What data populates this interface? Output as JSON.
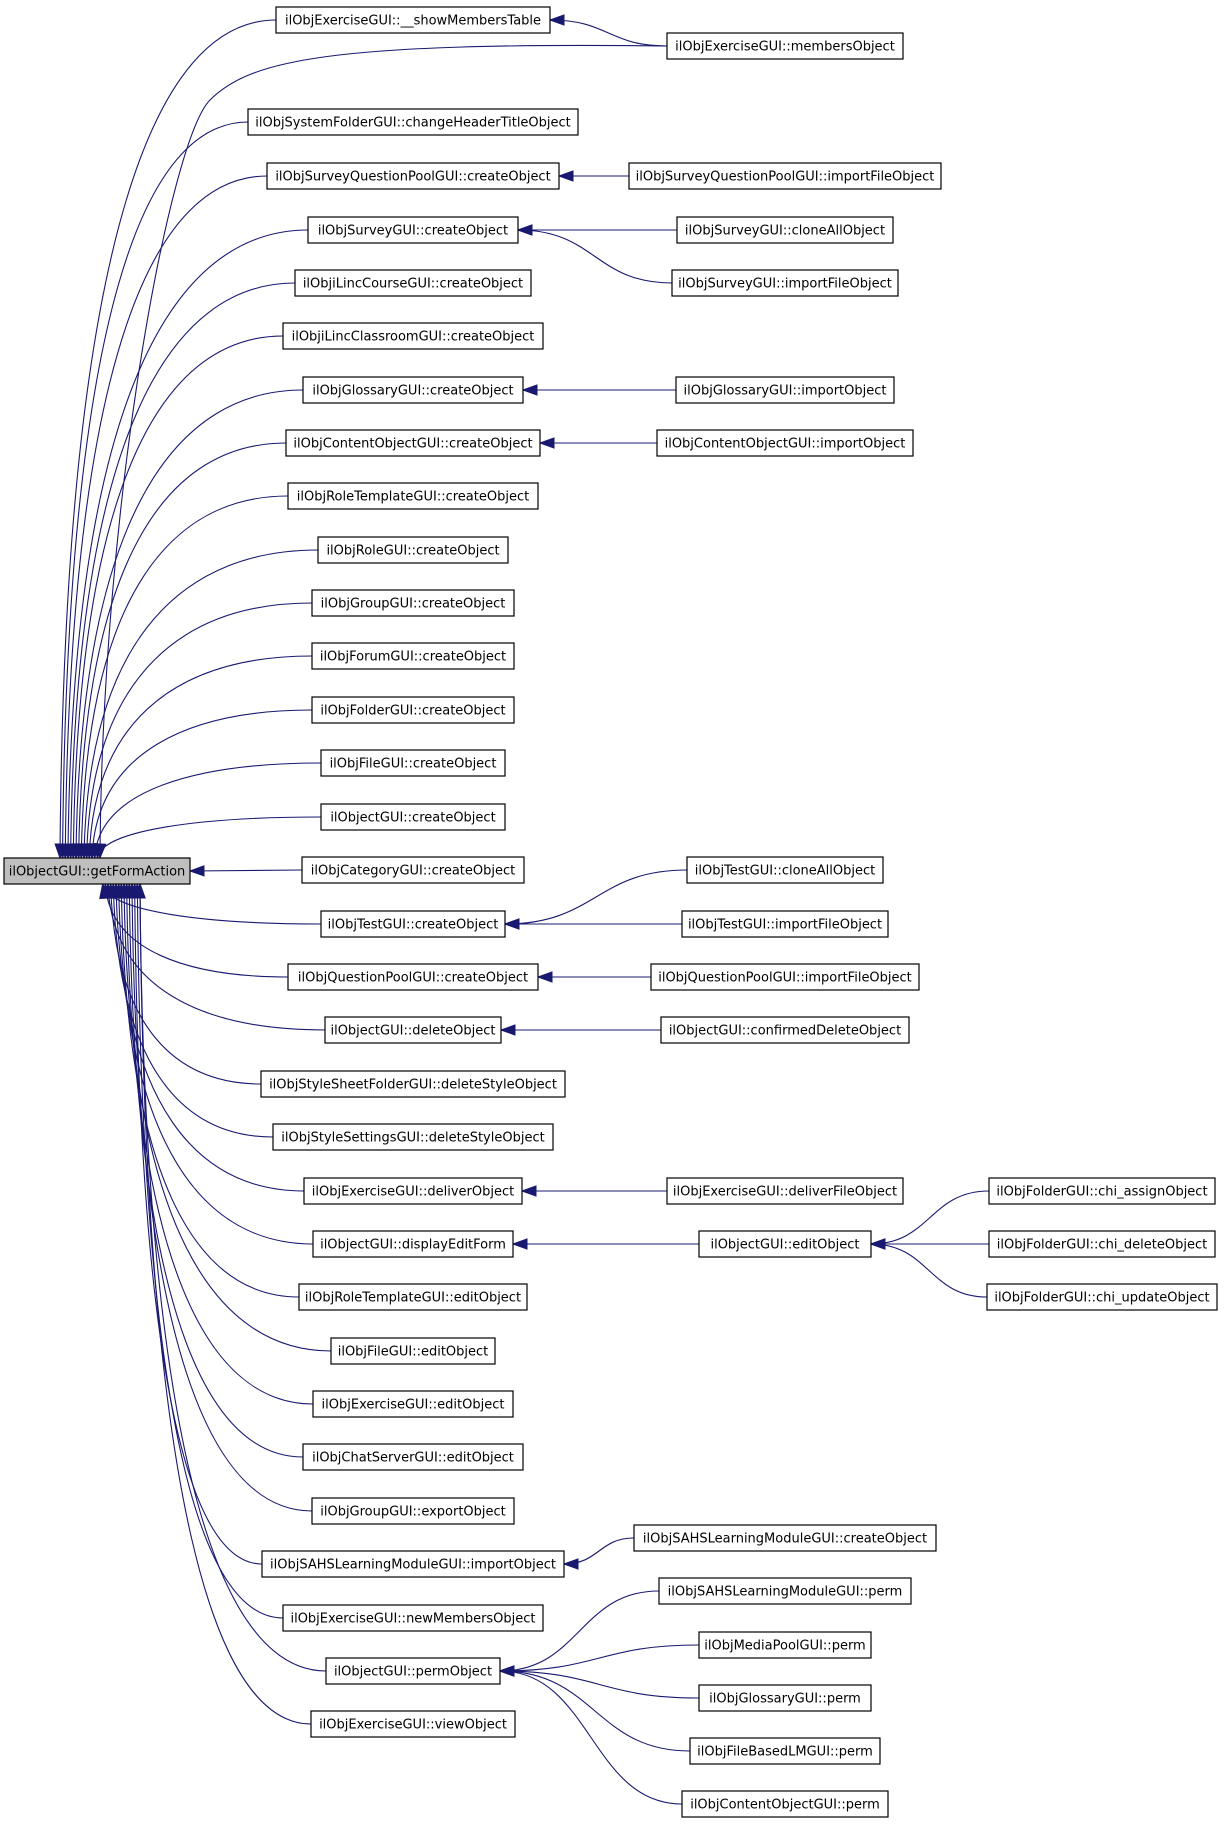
{
  "root": {
    "id": "root",
    "label": "ilObjectGUI::getFormAction"
  },
  "callers": [
    {
      "id": "c0",
      "label": "ilObjExerciseGUI::__showMembersTable"
    },
    {
      "id": "c1",
      "label": "ilObjSystemFolderGUI::changeHeaderTitleObject"
    },
    {
      "id": "c2",
      "label": "ilObjSurveyQuestionPoolGUI::createObject"
    },
    {
      "id": "c3",
      "label": "ilObjSurveyGUI::createObject"
    },
    {
      "id": "c4",
      "label": "ilObjiLincCourseGUI::createObject"
    },
    {
      "id": "c5",
      "label": "ilObjiLincClassroomGUI::createObject"
    },
    {
      "id": "c6",
      "label": "ilObjGlossaryGUI::createObject"
    },
    {
      "id": "c7",
      "label": "ilObjContentObjectGUI::createObject"
    },
    {
      "id": "c8",
      "label": "ilObjRoleTemplateGUI::createObject"
    },
    {
      "id": "c9",
      "label": "ilObjRoleGUI::createObject"
    },
    {
      "id": "c10",
      "label": "ilObjGroupGUI::createObject"
    },
    {
      "id": "c11",
      "label": "ilObjForumGUI::createObject"
    },
    {
      "id": "c12",
      "label": "ilObjFolderGUI::createObject"
    },
    {
      "id": "c13",
      "label": "ilObjFileGUI::createObject"
    },
    {
      "id": "c14",
      "label": "ilObjectGUI::createObject"
    },
    {
      "id": "c15",
      "label": "ilObjCategoryGUI::createObject"
    },
    {
      "id": "c16",
      "label": "ilObjTestGUI::createObject"
    },
    {
      "id": "c17",
      "label": "ilObjQuestionPoolGUI::createObject"
    },
    {
      "id": "c18",
      "label": "ilObjectGUI::deleteObject"
    },
    {
      "id": "c19",
      "label": "ilObjStyleSheetFolderGUI::deleteStyleObject"
    },
    {
      "id": "c20",
      "label": "ilObjStyleSettingsGUI::deleteStyleObject"
    },
    {
      "id": "c21",
      "label": "ilObjExerciseGUI::deliverObject"
    },
    {
      "id": "c22",
      "label": "ilObjectGUI::displayEditForm"
    },
    {
      "id": "c23",
      "label": "ilObjRoleTemplateGUI::editObject"
    },
    {
      "id": "c24",
      "label": "ilObjFileGUI::editObject"
    },
    {
      "id": "c25",
      "label": "ilObjExerciseGUI::editObject"
    },
    {
      "id": "c26",
      "label": "ilObjChatServerGUI::editObject"
    },
    {
      "id": "c27",
      "label": "ilObjGroupGUI::exportObject"
    },
    {
      "id": "c28",
      "label": "ilObjSAHSLearningModuleGUI::importObject"
    },
    {
      "id": "c29",
      "label": "ilObjExerciseGUI::newMembersObject"
    },
    {
      "id": "c30",
      "label": "ilObjectGUI::permObject"
    },
    {
      "id": "c31",
      "label": "ilObjExerciseGUI::viewObject"
    }
  ],
  "secondary": [
    {
      "id": "s0",
      "label": "ilObjExerciseGUI::membersObject"
    },
    {
      "id": "s1",
      "label": "ilObjSurveyQuestionPoolGUI::importFileObject"
    },
    {
      "id": "s2",
      "label": "ilObjSurveyGUI::cloneAllObject"
    },
    {
      "id": "s3",
      "label": "ilObjSurveyGUI::importFileObject"
    },
    {
      "id": "s4",
      "label": "ilObjGlossaryGUI::importObject"
    },
    {
      "id": "s5",
      "label": "ilObjContentObjectGUI::importObject"
    },
    {
      "id": "s6",
      "label": "ilObjTestGUI::cloneAllObject"
    },
    {
      "id": "s7",
      "label": "ilObjTestGUI::importFileObject"
    },
    {
      "id": "s8",
      "label": "ilObjQuestionPoolGUI::importFileObject"
    },
    {
      "id": "s9",
      "label": "ilObjectGUI::confirmedDeleteObject"
    },
    {
      "id": "s10",
      "label": "ilObjExerciseGUI::deliverFileObject"
    },
    {
      "id": "s11",
      "label": "ilObjectGUI::editObject"
    },
    {
      "id": "s12",
      "label": "ilObjSAHSLearningModuleGUI::createObject"
    },
    {
      "id": "s13",
      "label": "ilObjSAHSLearningModuleGUI::perm"
    },
    {
      "id": "s14",
      "label": "ilObjMediaPoolGUI::perm"
    },
    {
      "id": "s15",
      "label": "ilObjGlossaryGUI::perm"
    },
    {
      "id": "s16",
      "label": "ilObjFileBasedLMGUI::perm"
    },
    {
      "id": "s17",
      "label": "ilObjContentObjectGUI::perm"
    }
  ],
  "tertiary": [
    {
      "id": "t0",
      "label": "ilObjFolderGUI::chi_assignObject"
    },
    {
      "id": "t1",
      "label": "ilObjFolderGUI::chi_deleteObject"
    },
    {
      "id": "t2",
      "label": "ilObjFolderGUI::chi_updateObject"
    }
  ],
  "edges": [
    {
      "from": "s0",
      "to": "c0"
    },
    {
      "from": "s0",
      "to": "root"
    },
    {
      "from": "s1",
      "to": "c2"
    },
    {
      "from": "s2",
      "to": "c3"
    },
    {
      "from": "s3",
      "to": "c3"
    },
    {
      "from": "s4",
      "to": "c6"
    },
    {
      "from": "s5",
      "to": "c7"
    },
    {
      "from": "s6",
      "to": "c16"
    },
    {
      "from": "s7",
      "to": "c16"
    },
    {
      "from": "s8",
      "to": "c17"
    },
    {
      "from": "s9",
      "to": "c18"
    },
    {
      "from": "s10",
      "to": "c21"
    },
    {
      "from": "s11",
      "to": "c22"
    },
    {
      "from": "t0",
      "to": "s11"
    },
    {
      "from": "t1",
      "to": "s11"
    },
    {
      "from": "t2",
      "to": "s11"
    },
    {
      "from": "s12",
      "to": "c28"
    },
    {
      "from": "s13",
      "to": "c30"
    },
    {
      "from": "s14",
      "to": "c30"
    },
    {
      "from": "s15",
      "to": "c30"
    },
    {
      "from": "s16",
      "to": "c30"
    },
    {
      "from": "s17",
      "to": "c30"
    }
  ]
}
